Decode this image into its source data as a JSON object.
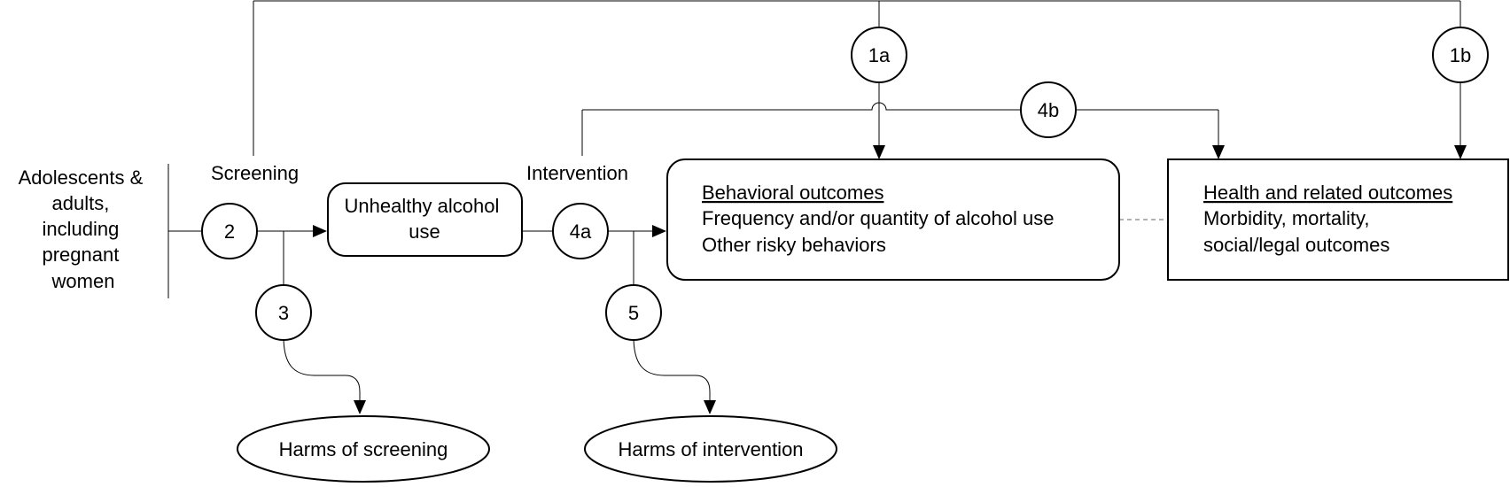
{
  "population": {
    "lines": [
      "Adolescents &",
      "adults,",
      "including",
      "pregnant",
      "women"
    ]
  },
  "labels": {
    "screening": "Screening",
    "intervention": "Intervention"
  },
  "boxes": {
    "unhealthy": {
      "lines": [
        "Unhealthy alcohol",
        "use"
      ]
    },
    "behavioral": {
      "heading": "Behavioral outcomes",
      "lines": [
        "Frequency and/or quantity of alcohol use",
        "Other risky behaviors"
      ]
    },
    "health": {
      "heading": "Health and related outcomes",
      "lines": [
        "Morbidity, mortality,",
        "social/legal outcomes"
      ]
    }
  },
  "harms": {
    "screening": "Harms of screening",
    "intervention": "Harms of intervention"
  },
  "key_questions": {
    "kq1a": "1a",
    "kq1b": "1b",
    "kq2": "2",
    "kq3": "3",
    "kq4a": "4a",
    "kq4b": "4b",
    "kq5": "5"
  }
}
